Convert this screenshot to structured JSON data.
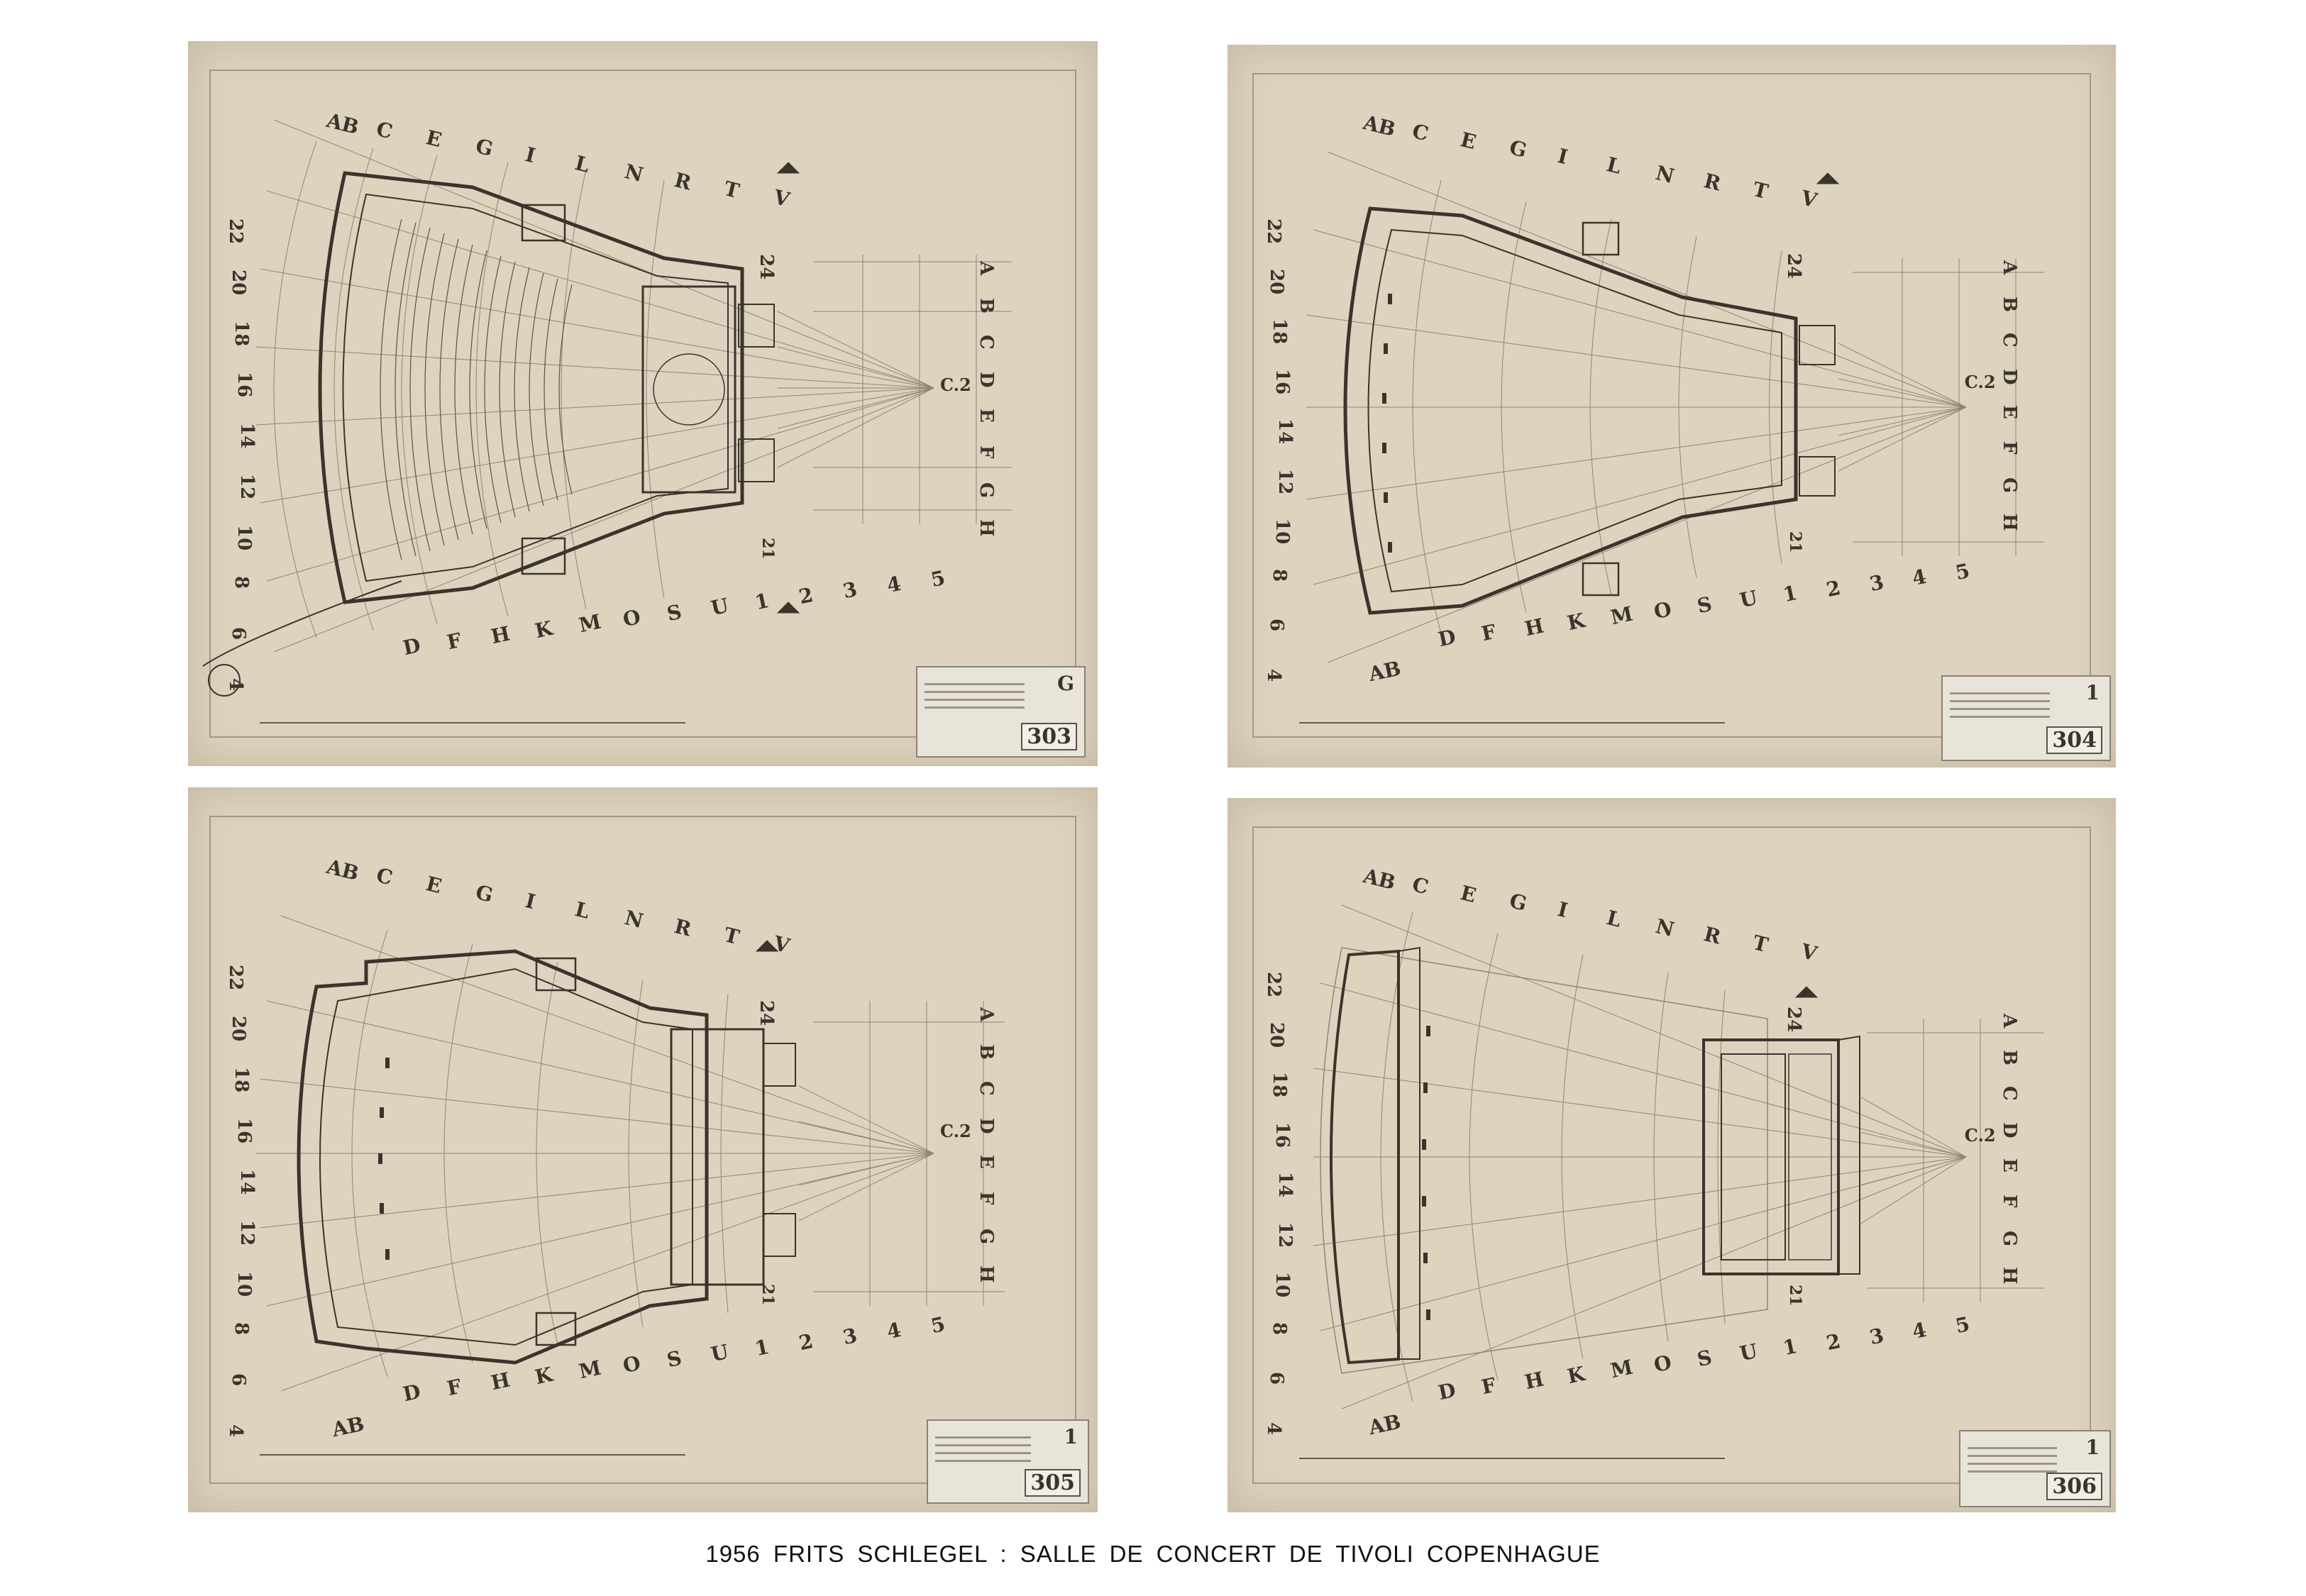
{
  "caption": "1956  FRITS SCHLEGEL : SALLE DE CONCERT  DE TIVOLI  COPENHAGUE",
  "label_c2": "C.2",
  "top_letters": [
    "AB",
    "C",
    "E",
    "G",
    "I",
    "L",
    "N",
    "R",
    "T",
    "V"
  ],
  "bottom_letters": [
    "D",
    "F",
    "H",
    "K",
    "M",
    "O",
    "S",
    "U",
    "1",
    "2",
    "3",
    "4",
    "5"
  ],
  "bottom_letters_ab": "AB",
  "left_numbers": [
    "22",
    "20",
    "18",
    "16",
    "14",
    "12",
    "10",
    "8",
    "6",
    "4"
  ],
  "right_numbers": [
    "24",
    "21"
  ],
  "right_letters": [
    "A",
    "B",
    "C",
    "D",
    "E",
    "F",
    "G",
    "H"
  ],
  "sheets": [
    {
      "letter": "G",
      "number": "303"
    },
    {
      "letter": "1",
      "number": "304"
    },
    {
      "letter": "1",
      "number": "305"
    },
    {
      "letter": "1",
      "number": "306"
    }
  ],
  "colors": {
    "paper": "#ddd3bf",
    "ink": "#3b342c",
    "faint": "#8f8675"
  }
}
